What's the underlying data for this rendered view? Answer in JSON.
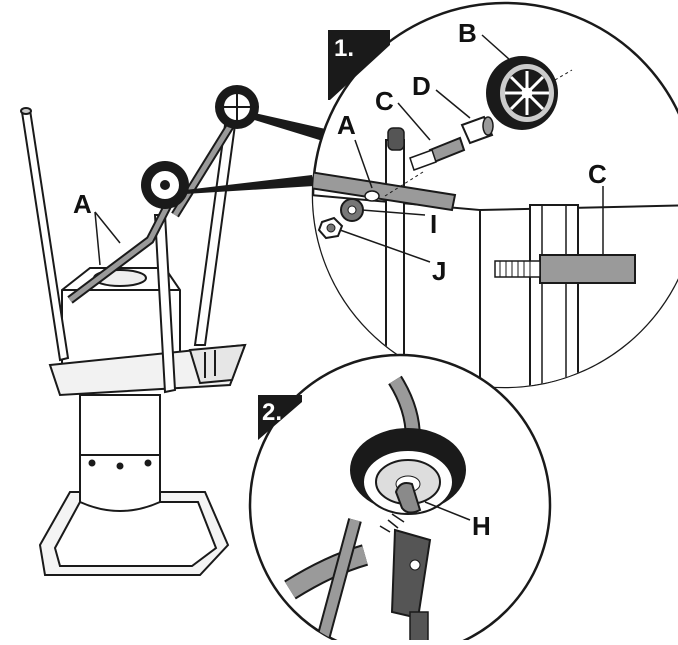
{
  "steps": {
    "step1": "1.",
    "step2": "2."
  },
  "callouts": {
    "a_main": "A",
    "a_detail": "A",
    "b": "B",
    "c_detail": "C",
    "c_section": "C",
    "d": "D",
    "i": "I",
    "j": "J",
    "h": "H"
  },
  "colors": {
    "line": "#1a1a1a",
    "metal_gray": "#8a8a8a",
    "dark_gray": "#555555",
    "light_gray": "#d9d9d9",
    "step_badge": "#1a1a1a"
  }
}
